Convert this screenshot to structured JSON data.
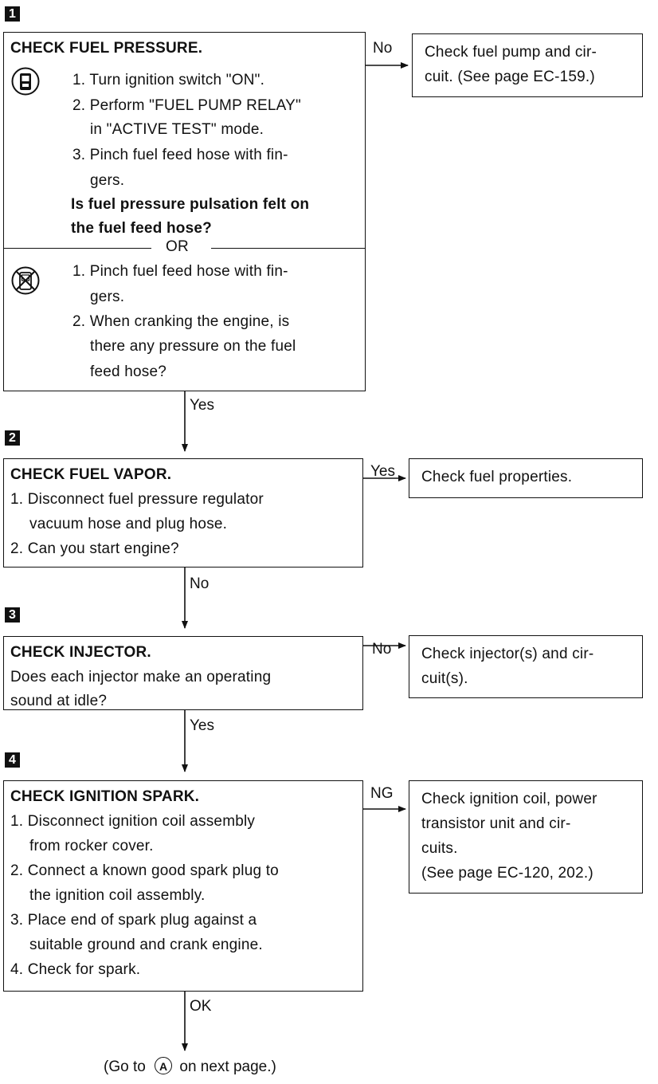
{
  "step1": {
    "number": "1",
    "title": "CHECK FUEL PRESSURE.",
    "with_consult": [
      "1. Turn ignition switch \"ON\".",
      "2. Perform \"FUEL PUMP RELAY\"",
      "in \"ACTIVE TEST\" mode.",
      "3. Pinch fuel feed hose with fin-",
      "gers."
    ],
    "question_lines": [
      "Is fuel pressure pulsation felt on",
      "the fuel feed hose?"
    ],
    "or_label": "OR",
    "without_consult": [
      "1. Pinch fuel feed hose with fin-",
      "gers.",
      "2. When cranking the engine, is",
      "there any pressure on the fuel",
      "feed hose?"
    ],
    "no_label": "No",
    "no_action": [
      "Check fuel pump and cir-",
      "cuit. (See page EC-159.)"
    ],
    "yes_label": "Yes"
  },
  "step2": {
    "number": "2",
    "title": "CHECK FUEL VAPOR.",
    "lines": [
      "1. Disconnect fuel pressure regulator",
      "vacuum hose and plug hose.",
      "2. Can you start engine?"
    ],
    "yes_label": "Yes",
    "yes_action": "Check fuel properties.",
    "no_label": "No"
  },
  "step3": {
    "number": "3",
    "title": "CHECK INJECTOR.",
    "lines": [
      "Does each injector make an operating",
      "sound at idle?"
    ],
    "no_label": "No",
    "no_action": [
      "Check injector(s) and cir-",
      "cuit(s)."
    ],
    "yes_label": "Yes"
  },
  "step4": {
    "number": "4",
    "title": "CHECK IGNITION SPARK.",
    "lines": [
      "1. Disconnect ignition coil assembly",
      "from rocker cover.",
      "2. Connect a known good spark plug to",
      "the ignition coil assembly.",
      "3. Place end of spark plug against a",
      "suitable ground and crank engine.",
      "4. Check for spark."
    ],
    "ng_label": "NG",
    "ng_action": [
      "Check ignition coil, power",
      "transistor unit and cir-",
      "cuits.",
      "(See page EC-120, 202.)"
    ],
    "ok_label": "OK"
  },
  "footer": {
    "pre": "(Go to",
    "marker": "A",
    "post": "on next page.)"
  },
  "icons": {
    "with_consult": "consult-tester-icon",
    "without_consult": "no-consult-tester-icon"
  }
}
